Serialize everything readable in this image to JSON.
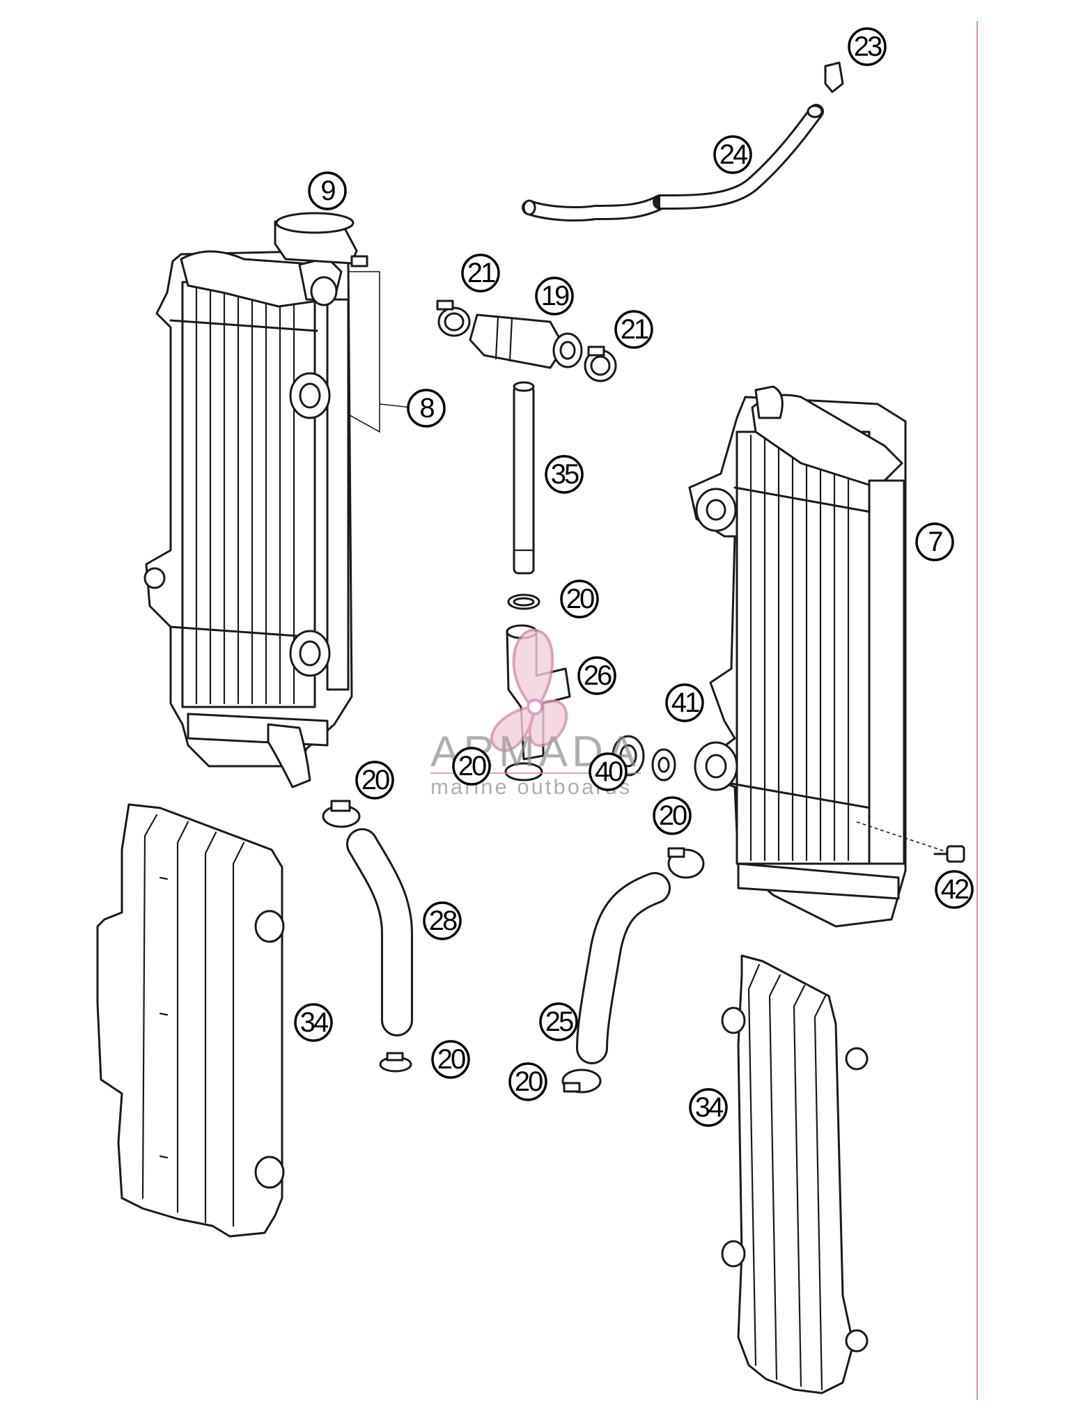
{
  "callouts": {
    "c7": "7",
    "c8": "8",
    "c9": "9",
    "c19": "19",
    "c20a": "20",
    "c20b": "20",
    "c20c": "20",
    "c20d": "20",
    "c20e": "20",
    "c20f": "20",
    "c21a": "21",
    "c21b": "21",
    "c23": "23",
    "c24": "24",
    "c25": "25",
    "c26": "26",
    "c28": "28",
    "c34a": "34",
    "c34b": "34",
    "c35": "35",
    "c40": "40",
    "c41": "41",
    "c42": "42"
  },
  "watermark": {
    "name": "ARMADA",
    "tagline": "marine outboards"
  },
  "colors": {
    "border_line": "#e28b9f",
    "logo": "#d98aa9"
  }
}
